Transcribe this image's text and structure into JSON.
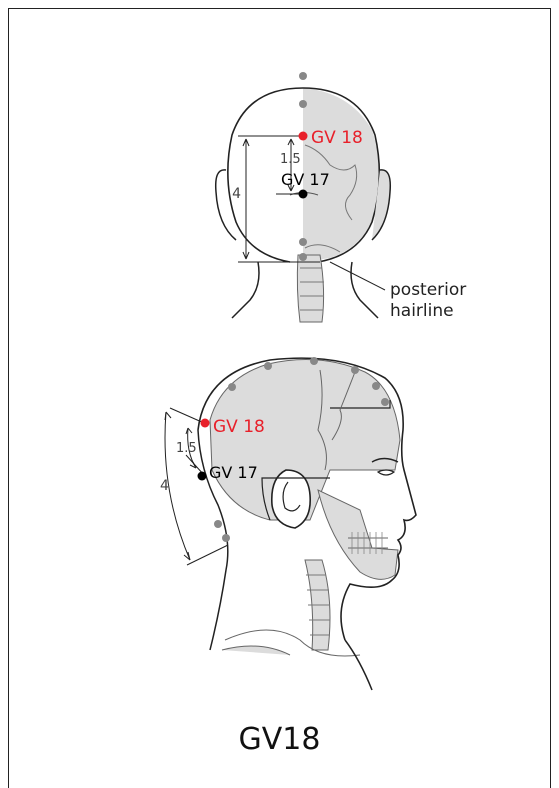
{
  "title": "GV18",
  "colors": {
    "target_point": "#e8202a",
    "reference_point": "#000000",
    "meridian_point": "#888888",
    "bone_fill": "#dcdcdc",
    "outline": "#222222"
  },
  "back_view": {
    "target_label": "GV 18",
    "reference_label": "GV 17",
    "distance_small": "1.5",
    "distance_large": "4",
    "landmark_line1": "posterior",
    "landmark_line2": "hairline"
  },
  "side_view": {
    "target_label": "GV 18",
    "reference_label": "GV 17",
    "distance_small": "1.5",
    "distance_large": "4"
  }
}
